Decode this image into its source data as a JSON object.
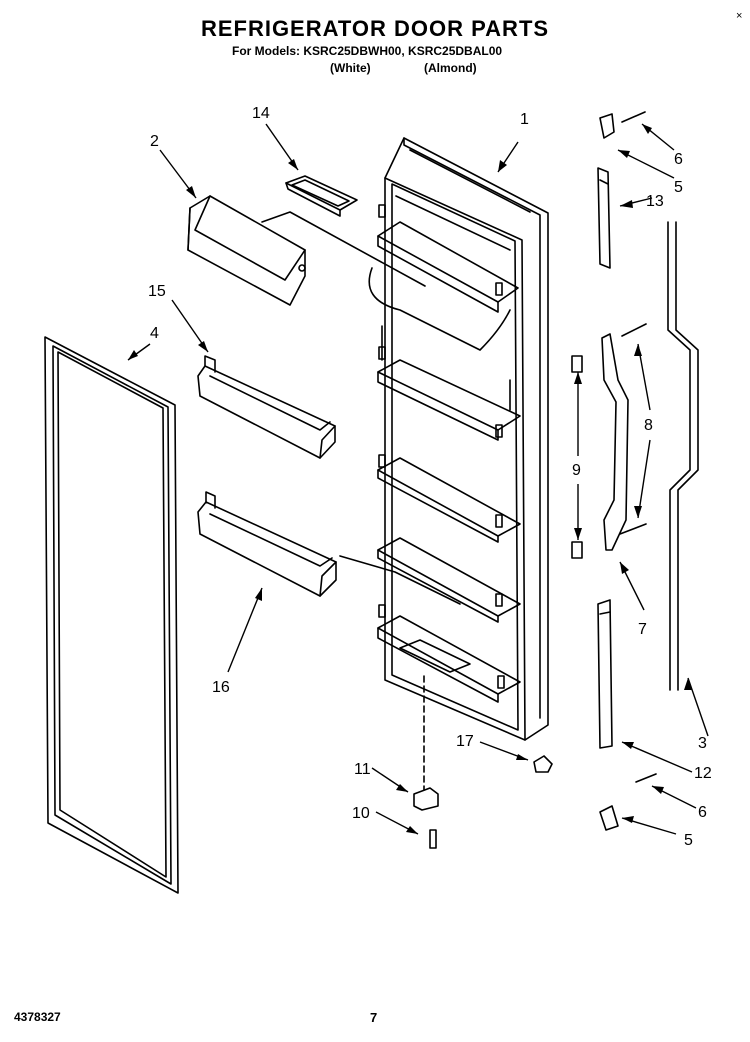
{
  "title": "REFRIGERATOR DOOR PARTS",
  "models": "For Models: KSRC25DBWH00, KSRC25DBAL00",
  "color_white": "(White)",
  "color_almond": "(Almond)",
  "footer_part_number": "4378327",
  "footer_page": "7",
  "corner_mark": "×",
  "callouts": {
    "c1": "1",
    "c2": "2",
    "c3": "3",
    "c4": "4",
    "c5a": "5",
    "c5b": "5",
    "c6a": "6",
    "c6b": "6",
    "c7": "7",
    "c8": "8",
    "c9": "9",
    "c10": "10",
    "c11": "11",
    "c12": "12",
    "c13": "13",
    "c14": "14",
    "c15": "15",
    "c16": "16",
    "c17": "17"
  }
}
